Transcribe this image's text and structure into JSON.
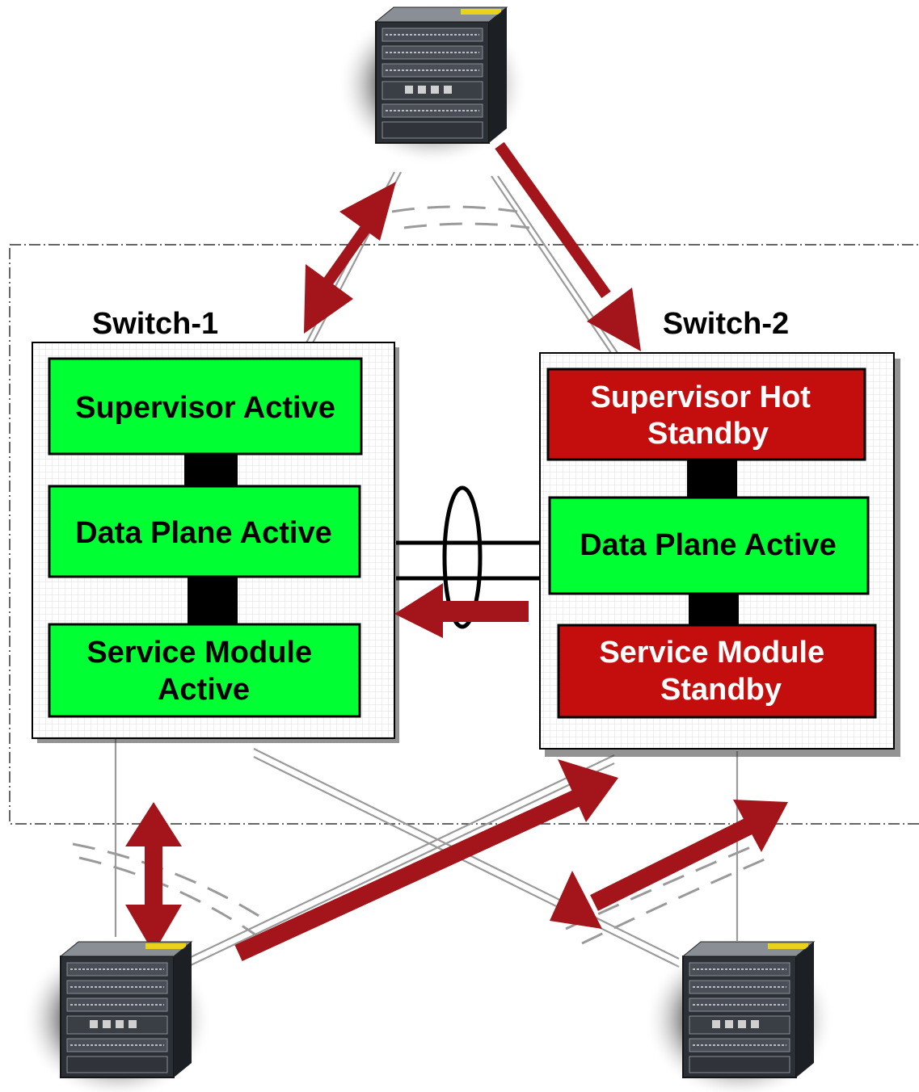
{
  "switch1": {
    "title": "Switch-1",
    "supervisor": "Supervisor Active",
    "data_plane": "Data Plane Active",
    "service_module": [
      "Service Module",
      "Active"
    ]
  },
  "switch2": {
    "title": "Switch-2",
    "supervisor": [
      "Supervisor Hot",
      "Standby"
    ],
    "data_plane": "Data Plane Active",
    "service_module": [
      "Service Module",
      "Standby"
    ]
  },
  "colors": {
    "active": "#00ff33",
    "standby": "#c40e0e",
    "arrow": "#a3151a",
    "link": "#9a9a9a",
    "frame": "#000000"
  },
  "icons": {
    "top_device": "chassis-switch-icon",
    "bottom_left_device": "chassis-switch-icon",
    "bottom_right_device": "chassis-switch-icon"
  }
}
